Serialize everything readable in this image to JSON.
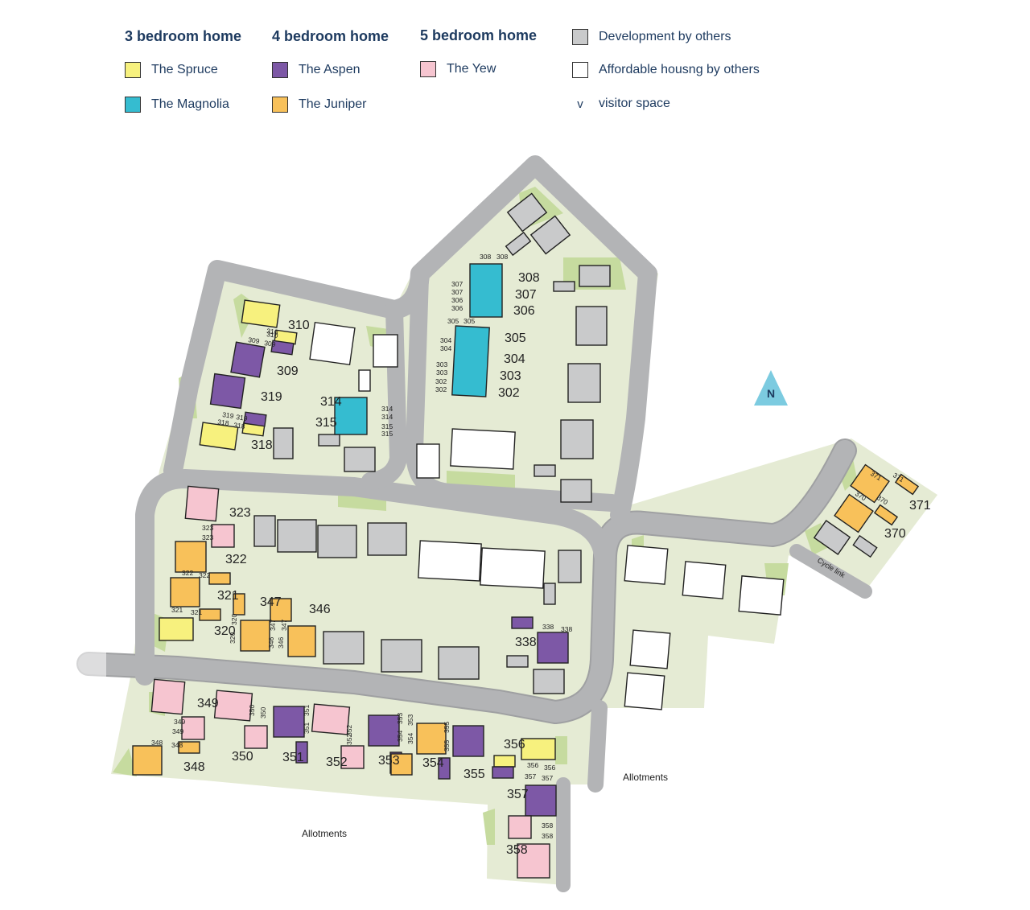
{
  "legend": {
    "headings": [
      "3 bedroom home",
      "4 bedroom home",
      "5 bedroom home"
    ],
    "items": [
      {
        "key": "spruce",
        "label": "The Spruce",
        "color": "#f7f17e"
      },
      {
        "key": "magnolia",
        "label": "The Magnolia",
        "color": "#35bcd0"
      },
      {
        "key": "aspen",
        "label": "The Aspen",
        "color": "#7d58a6"
      },
      {
        "key": "juniper",
        "label": "The Juniper",
        "color": "#f8c15a"
      },
      {
        "key": "yew",
        "label": "The Yew",
        "color": "#f6c5d0"
      },
      {
        "key": "others",
        "label": "Development by others",
        "color": "#c9cacb"
      },
      {
        "key": "affordable",
        "label": "Affordable housng by others",
        "color": "#ffffff"
      },
      {
        "key": "visitor",
        "label": "visitor space",
        "mark": "v"
      }
    ]
  },
  "colors": {
    "plot": "#e5ebd4",
    "road": "#b3b4b6",
    "green": "#c6db9f",
    "text": "#1d3a5f",
    "north": "#7ccbe0"
  },
  "map": {
    "north_label": "N",
    "allotments_labels": [
      "Allotments",
      "Allotments"
    ],
    "cycle_link": "Cycle link",
    "plot_numbers": [
      "302",
      "303",
      "304",
      "305",
      "306",
      "307",
      "308",
      "309",
      "310",
      "314",
      "315",
      "318",
      "319",
      "320",
      "321",
      "322",
      "323",
      "338",
      "346",
      "347",
      "348",
      "349",
      "350",
      "351",
      "352",
      "353",
      "354",
      "355",
      "356",
      "357",
      "358",
      "370",
      "371"
    ],
    "parking_tags": [
      "308",
      "308",
      "307",
      "307",
      "306",
      "306",
      "305",
      "305",
      "304",
      "304",
      "303",
      "303",
      "302",
      "302",
      "310",
      "310",
      "309",
      "309",
      "319",
      "319",
      "318",
      "318",
      "314",
      "314",
      "315",
      "315",
      "323",
      "323",
      "322",
      "322",
      "321",
      "321",
      "320",
      "320",
      "347",
      "347",
      "346",
      "346",
      "338",
      "338",
      "349",
      "349",
      "348",
      "348",
      "350",
      "350",
      "351",
      "351",
      "352",
      "352",
      "353",
      "353",
      "354",
      "354",
      "355",
      "355",
      "356",
      "356",
      "357",
      "357",
      "358",
      "358",
      "371",
      "371",
      "370",
      "370"
    ]
  }
}
